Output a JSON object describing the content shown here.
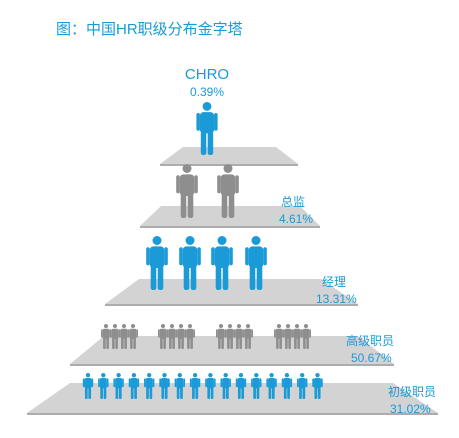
{
  "title": "图：中国HR职级分布金字塔",
  "colors": {
    "accent": "#1a9ad6",
    "gray_figure": "#8e8e8e",
    "platform": "#d3d3d3",
    "platform_edge": "#7a7a7a"
  },
  "chart_data": {
    "type": "pyramid",
    "title": "图：中国HR职级分布金字塔",
    "series": [
      {
        "name": "CHRO",
        "value": 0.39,
        "label": "0.39%"
      },
      {
        "name": "总监",
        "value": 4.61,
        "label": "4.61%"
      },
      {
        "name": "经理",
        "value": 13.31,
        "label": "13.31%"
      },
      {
        "name": "高级职员",
        "value": 50.67,
        "label": "50.67%"
      },
      {
        "name": "初级职员",
        "value": 31.02,
        "label": "31.02%"
      }
    ]
  }
}
